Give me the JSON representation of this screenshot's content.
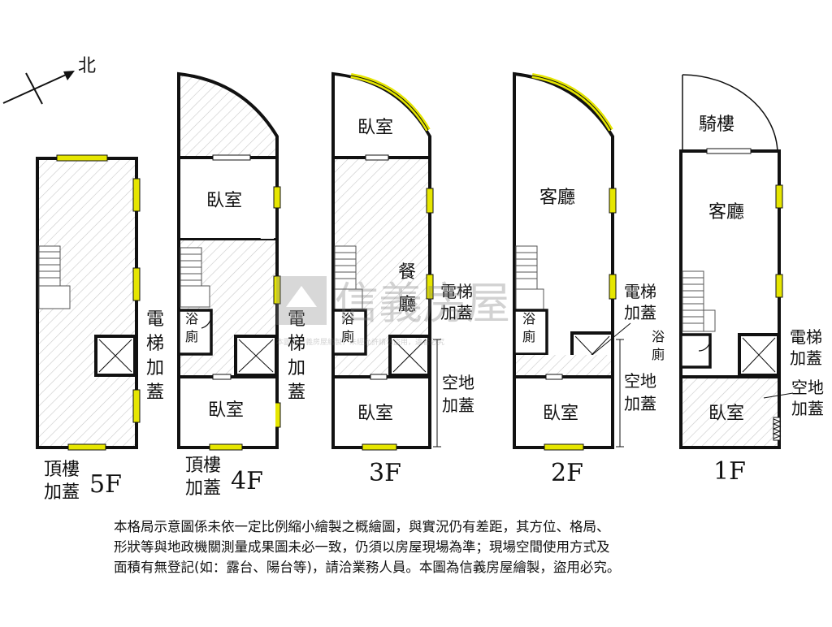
{
  "compass": {
    "label": "北"
  },
  "watermark": {
    "brand": "信義房屋",
    "notice": "本圖為信義房屋繪製，未經允許請勿盜用，違者必究"
  },
  "floors": {
    "f5": {
      "floor_label": "5F",
      "note_line1": "頂樓",
      "note_line2": "加蓋",
      "elevator": [
        "電",
        "梯",
        "加",
        "蓋"
      ]
    },
    "f4": {
      "floor_label": "4F",
      "note_line1": "頂樓",
      "note_line2": "加蓋",
      "bedroom_top": "臥室",
      "bath": [
        "浴",
        "廁"
      ],
      "bedroom_bottom": "臥室",
      "elevator": [
        "電",
        "梯",
        "加",
        "蓋"
      ]
    },
    "f3": {
      "floor_label": "3F",
      "bedroom_top": "臥室",
      "dining": [
        "餐",
        "廳"
      ],
      "elevator": [
        "電梯",
        "加蓋"
      ],
      "bath": [
        "浴",
        "廁"
      ],
      "open_space": [
        "空地",
        "加蓋"
      ],
      "bedroom_bottom": "臥室"
    },
    "f2": {
      "floor_label": "2F",
      "living": "客廳",
      "elevator": [
        "電梯",
        "加蓋"
      ],
      "bath": [
        "浴",
        "廁"
      ],
      "open_space": [
        "空地",
        "加蓋"
      ],
      "bedroom_bottom": "臥室"
    },
    "f1": {
      "floor_label": "1F",
      "arcade": "騎樓",
      "living": "客廳",
      "bath": [
        "浴",
        "廁"
      ],
      "elevator": [
        "電梯",
        "加蓋"
      ],
      "open_space": [
        "空地",
        "加蓋"
      ],
      "bedroom_bottom": "臥室"
    }
  },
  "disclaimer": {
    "line1": "本格局示意圖係未依一定比例縮小繪製之概繪圖，與實況仍有差距，其方位、格局、",
    "line2": "形狀等與地政機關測量成果圖未必一致，仍須以房屋現場為準；現場空間使用方式及",
    "line3": "面積有無登記(如：露台、陽台等)，請洽業務人員。本圖為信義房屋繪製，盜用必究。"
  }
}
